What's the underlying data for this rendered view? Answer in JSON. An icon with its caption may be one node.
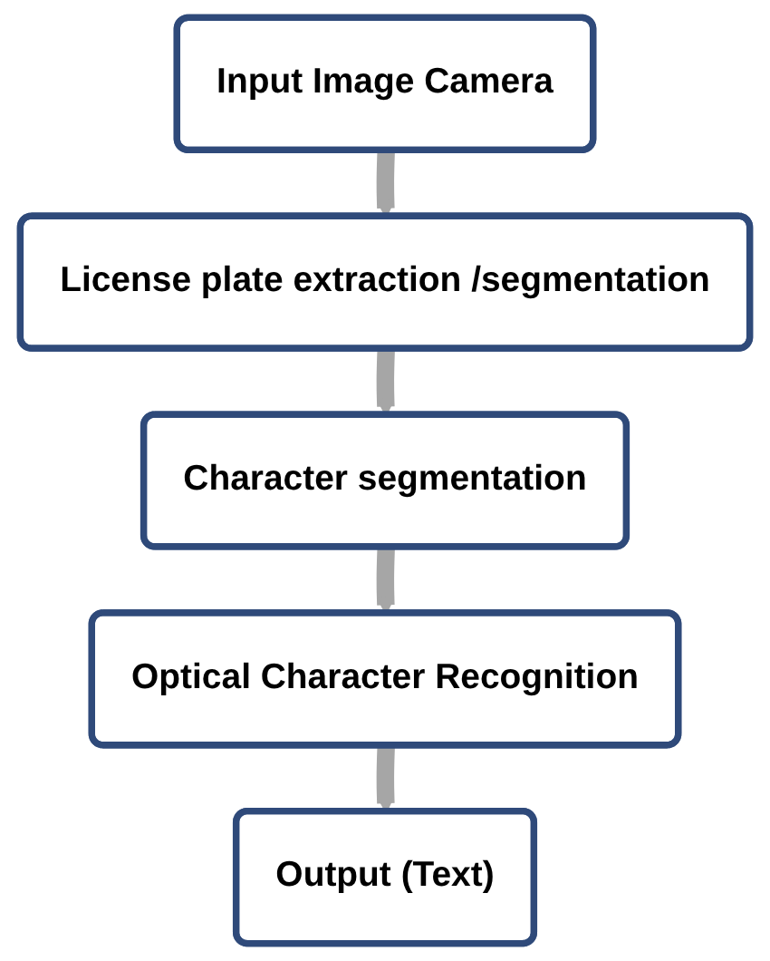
{
  "diagram": {
    "nodes": [
      {
        "text": [
          "Input Image Camera"
        ]
      },
      {
        "text": [
          "License plate extraction /segmentation"
        ]
      },
      {
        "text": [
          "Character segmentation"
        ]
      },
      {
        "text": [
          "Optical Character Recognition"
        ]
      },
      {
        "text": [
          "Output (Text)"
        ]
      }
    ],
    "edges": [
      {
        "from": 0,
        "to": 1,
        "arrow": "to"
      },
      {
        "from": 1,
        "to": 2,
        "arrow": "to"
      },
      {
        "from": 2,
        "to": 3,
        "arrow": "to"
      },
      {
        "from": 3,
        "to": 4,
        "arrow": "to"
      }
    ]
  }
}
